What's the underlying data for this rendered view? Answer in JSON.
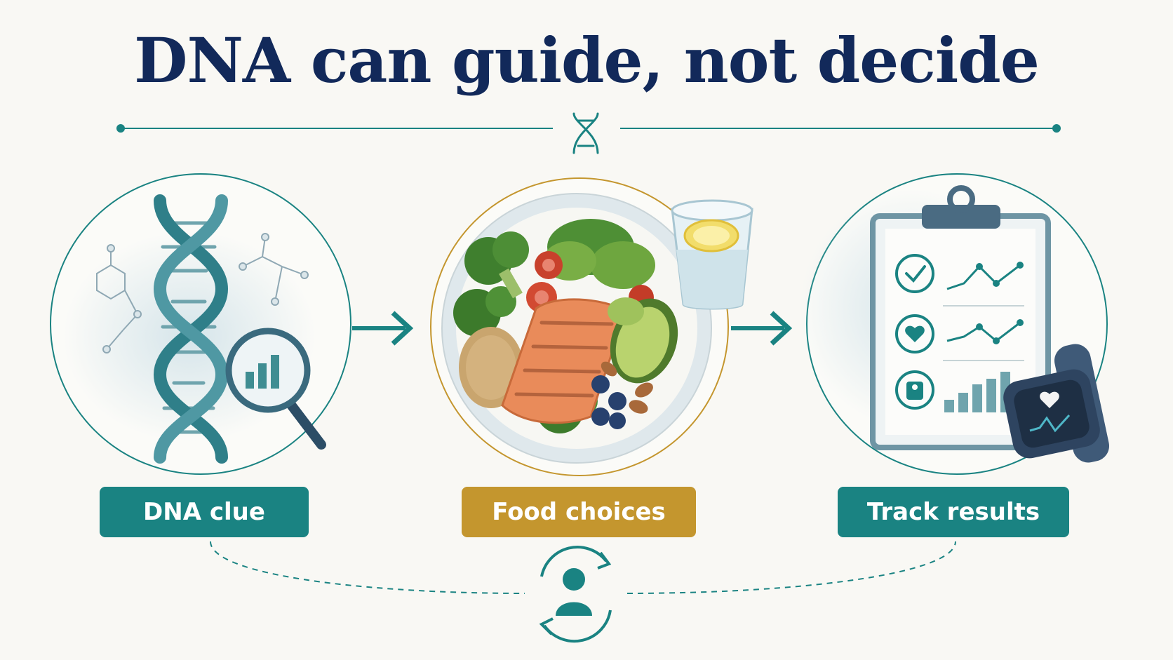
{
  "title": "DNA can guide, not decide",
  "steps": [
    {
      "label": "DNA clue",
      "icon": "dna-magnifier-illustration"
    },
    {
      "label": "Food choices",
      "icon": "healthy-plate-illustration"
    },
    {
      "label": "Track results",
      "icon": "clipboard-smartwatch-illustration"
    }
  ],
  "cycle_icon": "person-cycle-icon",
  "colors": {
    "title": "#12295a",
    "teal": "#1a8382",
    "gold": "#c4962e",
    "background": "#f9f8f4"
  }
}
